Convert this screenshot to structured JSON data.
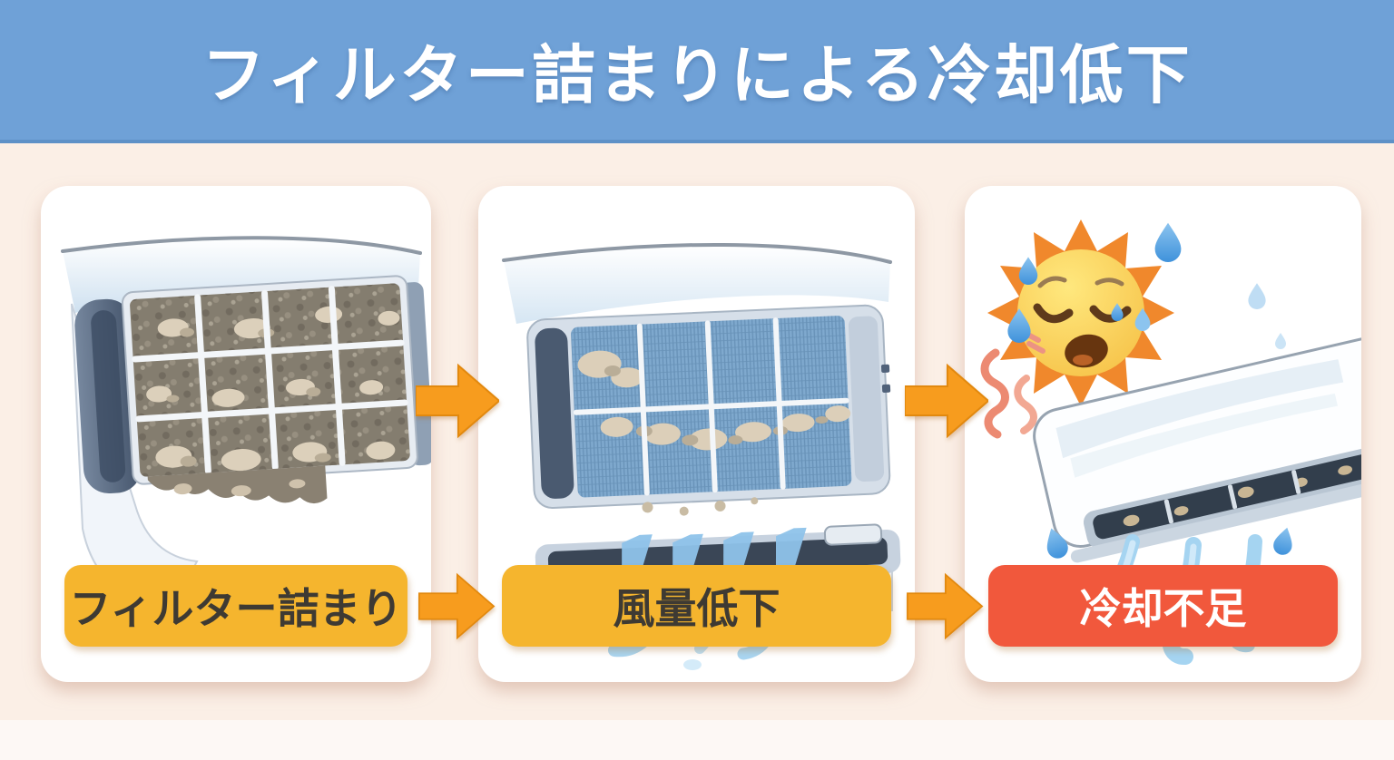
{
  "title": {
    "text": "フィルター詰まりによる冷却低下"
  },
  "colors": {
    "header_bg": "#6FA1D7",
    "header_border": "#5E91C7",
    "page_bg": "#FBEFE6",
    "page_bg_bottom": "#FDF8F5",
    "panel_bg": "#FFFFFF",
    "arrow": "#F79C1E",
    "label_yellow": "#F5B52E",
    "label_red": "#F1583C",
    "label_dark_text": "#3E3A33",
    "label_light_text": "#FFFFFF"
  },
  "steps": [
    {
      "label": "フィルター詰まり",
      "illustration": "clogged-ac-filter",
      "label_bg": "#F5B52E",
      "label_color": "#3E3A33"
    },
    {
      "label": "風量低下",
      "illustration": "ac-weak-airflow",
      "label_bg": "#F5B52E",
      "label_color": "#3E3A33"
    },
    {
      "label": "冷却不足",
      "illustration": "sweating-sun-with-ac",
      "label_bg": "#F1583C",
      "label_color": "#FFFFFF"
    }
  ]
}
